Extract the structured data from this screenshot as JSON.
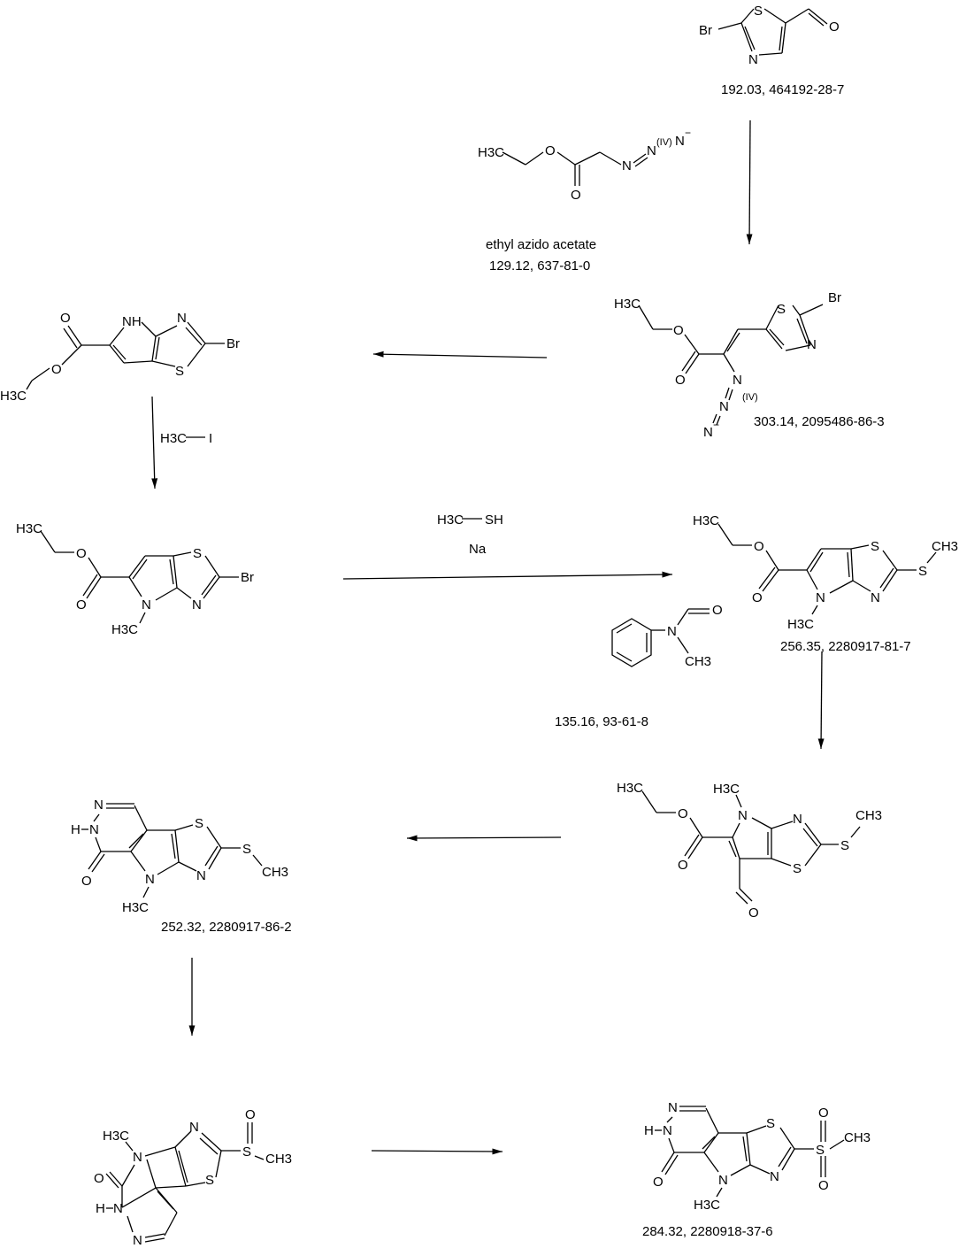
{
  "compounds": {
    "c1": {
      "label": "192.03, 464192-28-7",
      "atoms": {
        "br": "Br",
        "s": "S",
        "n": "N",
        "o": "O"
      }
    },
    "c2": {
      "name": "ethyl azido acetate",
      "label": "129.12, 637-81-0",
      "atoms": {
        "h3c": "H3C",
        "o1": "O",
        "o2": "O",
        "n1": "N",
        "n2": "N",
        "n3": "N",
        "charge": "(IV)",
        "minus": "−"
      }
    },
    "c3": {
      "label": "303.14,  2095486-86-3",
      "atoms": {
        "h3c": "H3C",
        "o1": "O",
        "o2": "O",
        "s": "S",
        "n": "N",
        "br": "Br",
        "na": "N",
        "nb": "N",
        "nc": "N",
        "iv": "(IV)",
        "minus": "−"
      }
    },
    "c4": {
      "atoms": {
        "o1": "O",
        "o2": "O",
        "h3c": "H3C",
        "nh": "NH",
        "n": "N",
        "s": "S",
        "br": "Br"
      }
    },
    "c5": {
      "atoms": {
        "h3c": "H3C",
        "o1": "O",
        "o2": "O",
        "n": "N",
        "nme": "H3C",
        "s": "S",
        "n2": "N",
        "br": "Br"
      }
    },
    "c6": {
      "label": "256.35, 2280917-81-7",
      "atoms": {
        "h3c": "H3C",
        "o1": "O",
        "o2": "O",
        "n": "N",
        "nme": "H3C",
        "s": "S",
        "n2": "N",
        "s2": "S",
        "ch3": "CH3"
      }
    },
    "c7": {
      "label": "135.16, 93-61-8",
      "atoms": {
        "o": "O",
        "n": "N",
        "ch3": "CH3"
      }
    },
    "c8": {
      "atoms": {
        "h3c": "H3C",
        "o1": "O",
        "o2": "O",
        "nme": "H3C",
        "n": "N",
        "n2": "N",
        "s": "S",
        "s2": "S",
        "ch3": "CH3",
        "cho": "O"
      }
    },
    "c9": {
      "label": "252.32, 2280917-86-2",
      "atoms": {
        "n1": "N",
        "hn": "H",
        "n2": "N",
        "o": "O",
        "n3": "N",
        "nme": "H3C",
        "s": "S",
        "n4": "N",
        "s2": "S",
        "ch3": "CH3"
      }
    },
    "c10": {
      "atoms": {
        "h3c": "H3C",
        "n": "N",
        "o": "O",
        "hn": "H",
        "n2": "N",
        "n3": "N",
        "n4": "N",
        "s": "S",
        "s2": "S",
        "os": "O",
        "ch3": "CH3"
      }
    },
    "c11": {
      "label": "284.32, 2280918-37-6",
      "atoms": {
        "n1": "N",
        "hn": "H",
        "n2": "N",
        "o": "O",
        "n3": "N",
        "nme": "H3C",
        "s": "S",
        "n4": "N",
        "s2": "S",
        "o1": "O",
        "o2": "O",
        "ch3": "CH3"
      }
    }
  },
  "reagents": {
    "mei": {
      "h3c": "H3C",
      "i": "I"
    },
    "mesh": {
      "h3c": "H3C",
      "sh": "SH",
      "na": "Na"
    }
  }
}
